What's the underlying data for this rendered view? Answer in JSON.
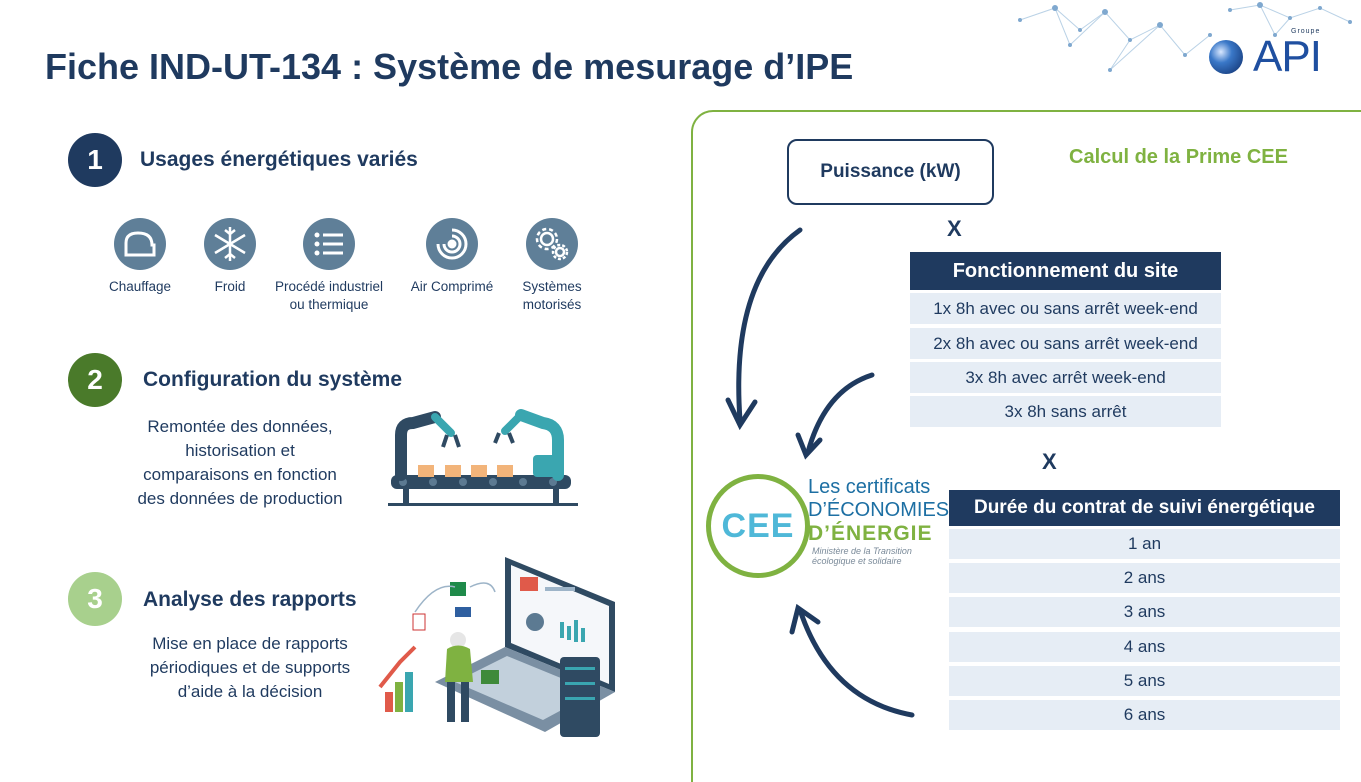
{
  "title": "Fiche IND-UT-134 : Système de mesurage d’IPE",
  "logo": {
    "groupe": "Groupe",
    "name": "API"
  },
  "steps": [
    {
      "number": "1",
      "title": "Usages énergétiques variés",
      "color": "#1f3a5f"
    },
    {
      "number": "2",
      "title": "Configuration du système",
      "color": "#4a7a2a",
      "description": [
        "Remontée des données,",
        "historisation et",
        "comparaisons en fonction",
        "des données de production"
      ]
    },
    {
      "number": "3",
      "title": "Analyse des rapports",
      "color": "#a8d08d",
      "description": [
        "Mise en place de rapports",
        "périodiques et de supports",
        "d’aide à la décision"
      ]
    }
  ],
  "usages": [
    {
      "icon": "heating-icon",
      "label": [
        "Chauffage"
      ]
    },
    {
      "icon": "snowflake-icon",
      "label": [
        "Froid"
      ]
    },
    {
      "icon": "list-icon",
      "label": [
        "Procédé industriel",
        "ou thermique"
      ]
    },
    {
      "icon": "compressed-air-icon",
      "label": [
        "Air Comprimé"
      ]
    },
    {
      "icon": "gears-icon",
      "label": [
        "Systèmes",
        "motorisés"
      ]
    }
  ],
  "calc": {
    "heading": "Calcul de la Prime CEE",
    "power": "Puissance (kW)",
    "multiply": "X",
    "operation": {
      "header": "Fonctionnement du site",
      "rows": [
        "1x 8h avec ou sans arrêt week-end",
        "2x 8h avec ou sans arrêt week-end",
        "3x 8h avec arrêt week-end",
        "3x 8h sans arrêt"
      ]
    },
    "duration": {
      "header": "Durée du contrat de suivi énergétique",
      "rows": [
        "1 an",
        "2 ans",
        "3 ans",
        "4 ans",
        "5 ans",
        "6 ans"
      ]
    },
    "cee_logo": {
      "badge": "CEE",
      "line1": "Les certificats",
      "line2": "D’ÉCONOMIES",
      "line3": "D’ÉNERGIE",
      "line4": "Ministère de la Transition écologique et solidaire"
    }
  },
  "colors": {
    "navy": "#1f3a5f",
    "green": "#7fb241",
    "row_bg": "#e6edf5"
  }
}
